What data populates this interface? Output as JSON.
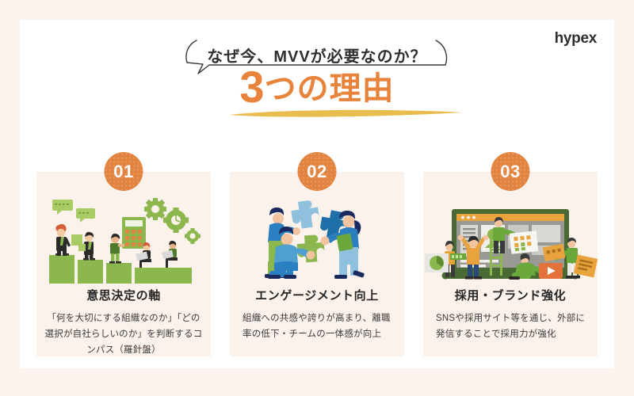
{
  "brand": {
    "logo_text": "hypex"
  },
  "header": {
    "question": "なぜ今、MVVが必要なのか？",
    "reason_number": "3",
    "reason_rest": "つの理由"
  },
  "theme": {
    "page_background": "#fdf3ee",
    "panel_background": "#ffffff",
    "card_background": "#fbf2ec",
    "accent_orange": "#e8833c",
    "badge_orange": "#e2833f",
    "underline_yellow": "#e8bd4d",
    "text_dark": "#2f2f2f",
    "illustration_green": "#8cb74e",
    "illustration_blue": "#1f6fa8",
    "illustration_lightblue": "#8fc0dd"
  },
  "cards": [
    {
      "badge": "01",
      "title": "意思決定の軸",
      "body": "「何を大切にする組織なのか」「どの選択が自社らしいのか」を判断するコンパス（羅針盤）",
      "align": "center",
      "illustration": "bar-chart-people-gears-illustration"
    },
    {
      "badge": "02",
      "title": "エンゲージメント向上",
      "body": "組織への共感や誇りが高まり、離職率の低下・チームの一体感が向上",
      "align": "left",
      "illustration": "people-puzzle-pieces-illustration"
    },
    {
      "badge": "03",
      "title": "採用・ブランド強化",
      "body": "SNSや採用サイト等を通じ、外部に発信することで採用力が強化",
      "align": "left",
      "illustration": "laptop-website-building-illustration"
    }
  ]
}
